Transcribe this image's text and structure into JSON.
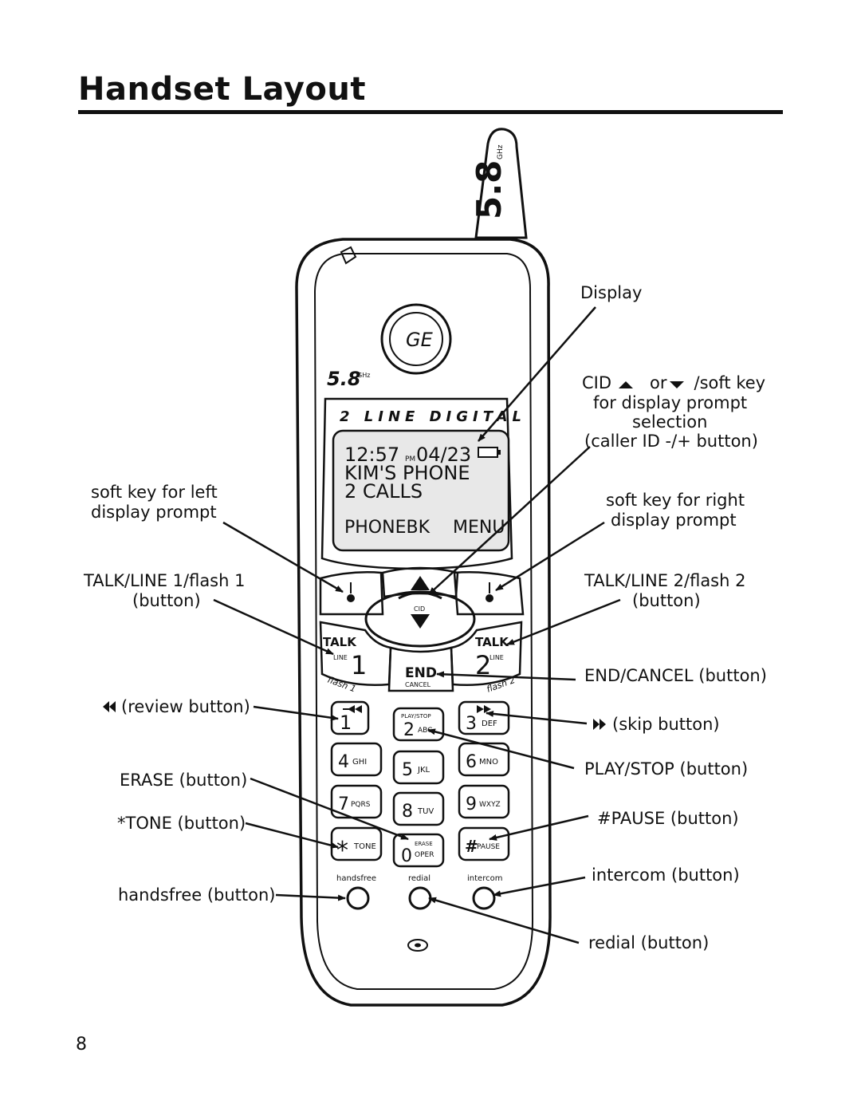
{
  "page": {
    "title": "Handset Layout",
    "page_number": "8"
  },
  "handset": {
    "antenna_brand": "5.8",
    "antenna_ghz": "GHz",
    "logo": "GE",
    "face_brand": "5.8",
    "face_ghz": "GHz",
    "model_band": "2 LINE DIGITAL",
    "screen": {
      "line1_time": "12:57",
      "line1_ampm": "PM",
      "line1_date": "04/23",
      "line2": "KIM'S PHONE",
      "line3": "2 CALLS",
      "softkey_left": "PHONEBK",
      "softkey_right": "MENU"
    },
    "keys": {
      "cid": "CID",
      "talk": "TALK",
      "line": "LINE",
      "line1_num": "1",
      "line2_num": "2",
      "end": "END",
      "cancel": "CANCEL",
      "flash1": "flash 1",
      "flash2": "flash 2",
      "k1": "1",
      "k2": "2",
      "k2_sub": "ABC",
      "k2_top": "PLAY/STOP",
      "k3": "3",
      "k3_sub": "DEF",
      "k4": "4",
      "k4_sub": "GHI",
      "k5": "5",
      "k5_sub": "JKL",
      "k6": "6",
      "k6_sub": "MNO",
      "k7": "7",
      "k7_sub": "PQRS",
      "k8": "8",
      "k8_sub": "TUV",
      "k9": "9",
      "k9_sub": "WXYZ",
      "kstar": "*",
      "kstar_sub": "TONE",
      "k0": "0",
      "k0_top": "ERASE",
      "k0_sub": "OPER",
      "khash": "#",
      "khash_sub": "PAUSE",
      "handsfree": "handsfree",
      "redial": "redial",
      "intercom": "intercom"
    }
  },
  "callouts": {
    "display": "Display",
    "cid_line1_a": "CID",
    "cid_line1_b": "or",
    "cid_line1_c": "/soft key",
    "cid_line2": "for display prompt",
    "cid_line3": "selection",
    "cid_line4": "(caller ID -/+ button)",
    "soft_left_1": "soft key for left",
    "soft_left_2": "display prompt",
    "soft_right_1": "soft key for right",
    "soft_right_2": "display prompt",
    "talk1_1": "TALK/LINE 1/flash 1",
    "talk1_2": "(button)",
    "talk2_1": "TALK/LINE 2/flash 2",
    "talk2_2": "(button)",
    "end_cancel": "END/CANCEL (button)",
    "review": "(review button)",
    "skip": "(skip button)",
    "play_stop": "PLAY/STOP (button)",
    "erase": "ERASE  (button)",
    "pause": "#PAUSE (button)",
    "tone": "*TONE (button)",
    "intercom": "intercom (button)",
    "handsfree": "handsfree (button)",
    "redial": "redial (button)"
  }
}
